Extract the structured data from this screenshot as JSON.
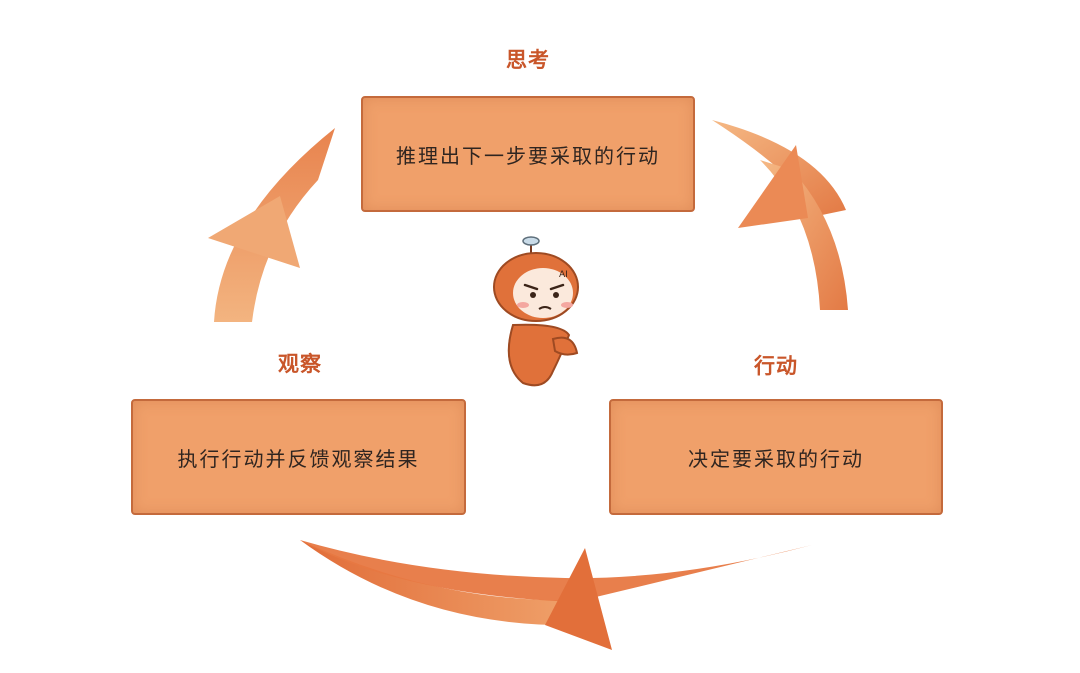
{
  "stages": {
    "think": {
      "title": "思考",
      "description": "推理出下一步要采取的行动"
    },
    "act": {
      "title": "行动",
      "description": "决定要采取的行动"
    },
    "observe": {
      "title": "观察",
      "description": "执行行动并反馈观察结果"
    }
  },
  "mascot": {
    "badge_text": "AI"
  },
  "colors": {
    "arrow": "#e8834e",
    "arrow_light": "#f3b07c",
    "box_fill": "#f0a06a",
    "box_border": "#c46a3c",
    "title_text": "#c9562a",
    "mascot_body": "#e0713a"
  },
  "icons": [
    "cycle-arrow-icon",
    "robot-mascot-icon"
  ]
}
